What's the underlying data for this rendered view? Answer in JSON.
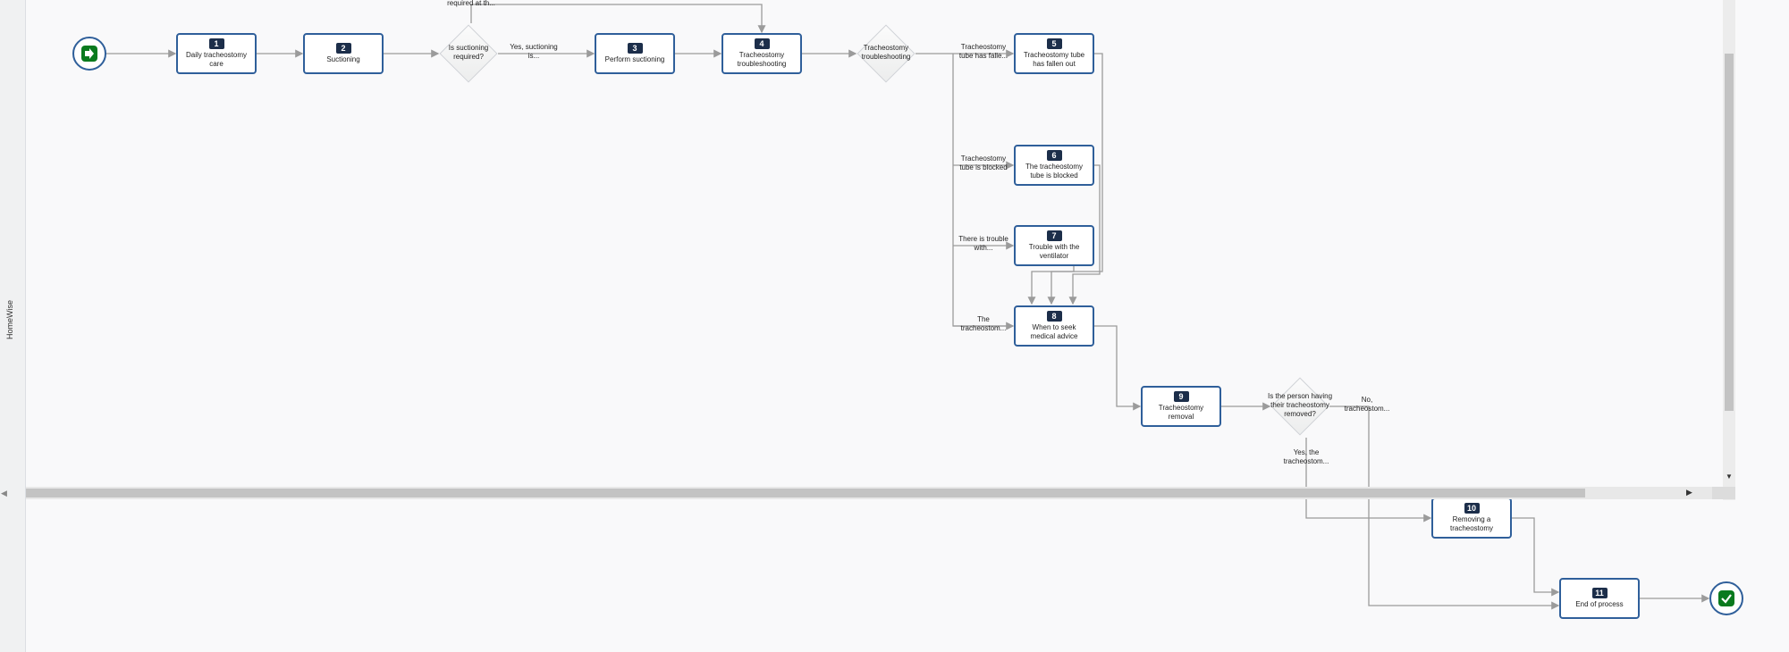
{
  "lane": {
    "label": "HomeWise"
  },
  "tasks": [
    {
      "num": "1",
      "label": "Daily tracheostomy care"
    },
    {
      "num": "2",
      "label": "Suctioning"
    },
    {
      "num": "3",
      "label": "Perform suctioning"
    },
    {
      "num": "4",
      "label": "Tracheostomy troubleshooting"
    },
    {
      "num": "5",
      "label": "Tracheostomy tube has fallen out"
    },
    {
      "num": "6",
      "label": "The tracheostomy tube is blocked"
    },
    {
      "num": "7",
      "label": "Trouble with the ventilator"
    },
    {
      "num": "8",
      "label": "When to seek medical advice"
    },
    {
      "num": "9",
      "label": "Tracheostomy removal"
    },
    {
      "num": "10",
      "label": "Removing a tracheostomy"
    },
    {
      "num": "11",
      "label": "End of process"
    }
  ],
  "gateways": {
    "suctioning_required": "Is suctioning required?",
    "troubleshooting": "Tracheostomy troubleshooting",
    "removal": "Is the person having their tracheostomy removed?"
  },
  "edge_labels": {
    "required_at": "required at th...",
    "yes_suctioning": "Yes, suctioning is...",
    "tube_fallen": "Tracheostomy tube has falle...",
    "tube_blocked": "Tracheostomy tube is blocked",
    "trouble_with": "There is trouble with...",
    "the_tracheostomy": "The tracheostom...",
    "no_tracheostomy": "No, tracheostom...",
    "yes_the_tracheostomy": "Yes, the tracheostom..."
  },
  "events": {
    "start": "start-icon",
    "end": "check-icon"
  },
  "scrollbars": {
    "down_arrow": "▼",
    "right_arrow": "▶",
    "collapse_arrow": "◀"
  },
  "colors": {
    "task_border": "#2f5f9a",
    "badge": "#1c2e4a",
    "event_fill": "#0a7a1e",
    "edge": "#9b9b9b"
  }
}
